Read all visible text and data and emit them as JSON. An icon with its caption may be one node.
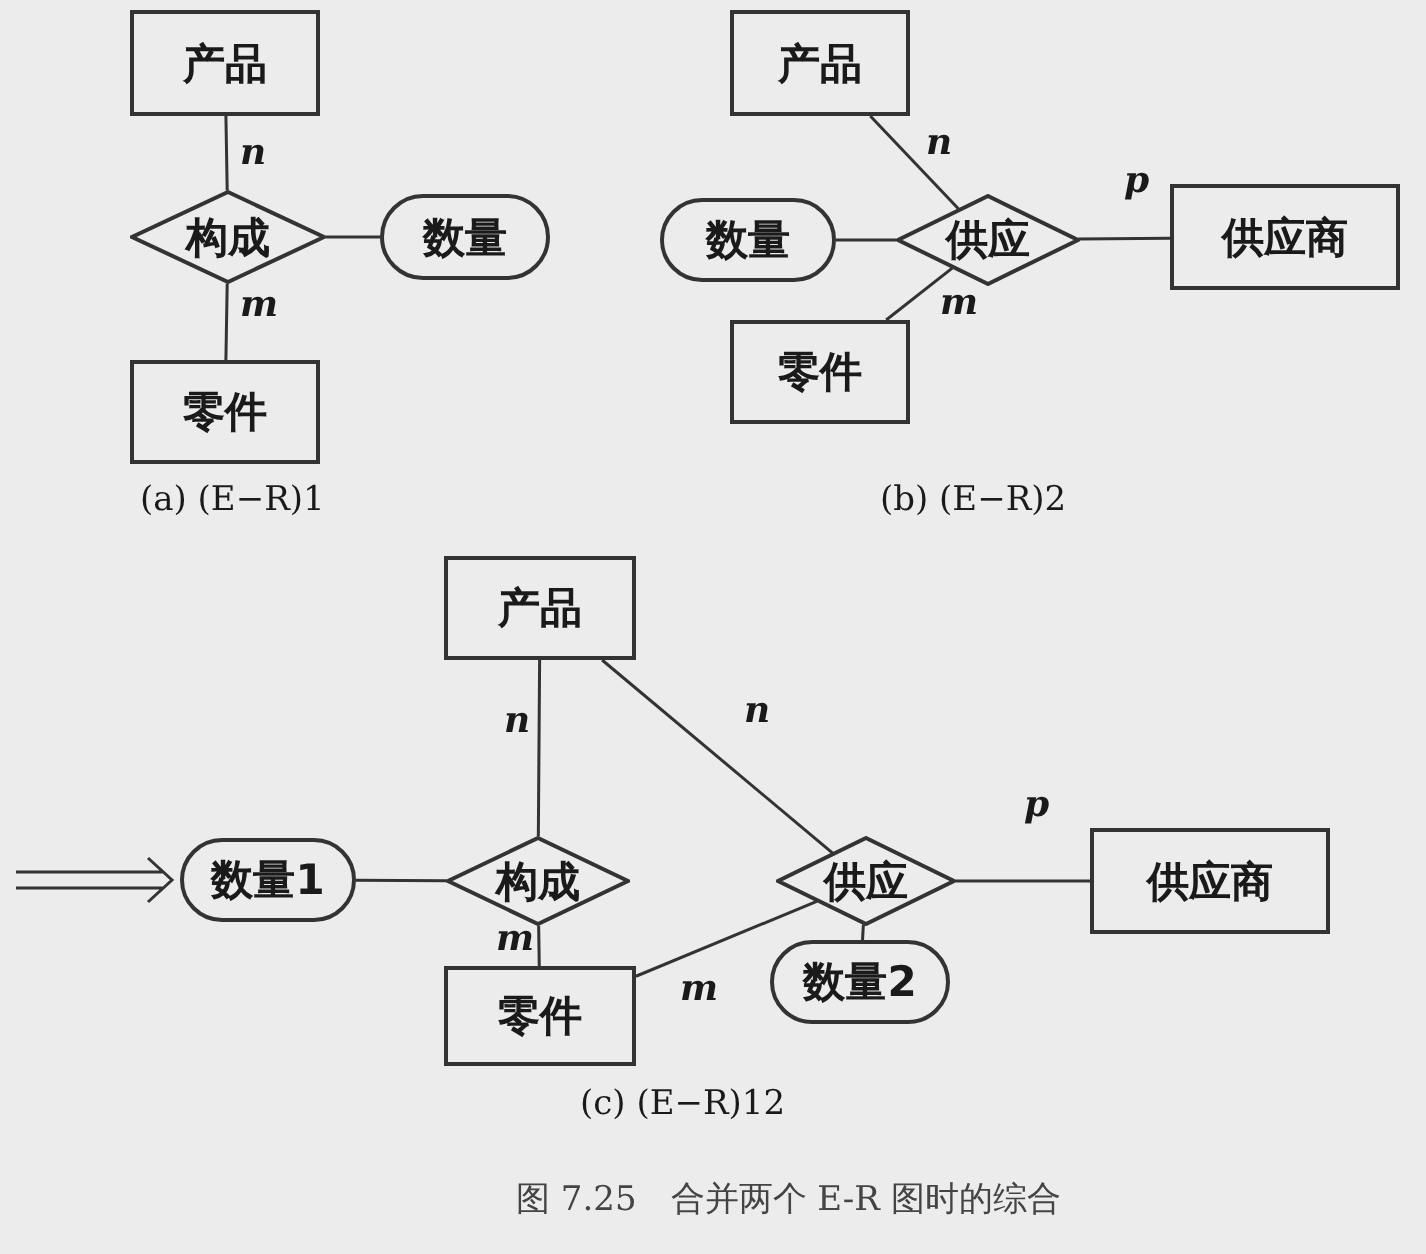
{
  "diagram": {
    "caption": "图 7.25　合并两个 E-R 图时的综合",
    "nodes": [
      {
        "text": [
          "产品"
        ]
      },
      {
        "text": [
          "构成"
        ]
      },
      {
        "text": [
          "数量"
        ]
      },
      {
        "text": [
          "零件"
        ]
      },
      {
        "text": [
          "产品"
        ]
      },
      {
        "text": [
          "数量"
        ]
      },
      {
        "text": [
          "供应"
        ]
      },
      {
        "text": [
          "供应商"
        ]
      },
      {
        "text": [
          "零件"
        ]
      },
      {
        "text": [
          "产品"
        ]
      },
      {
        "text": [
          "数量1"
        ]
      },
      {
        "text": [
          "构成"
        ]
      },
      {
        "text": [
          "供应"
        ]
      },
      {
        "text": [
          "供应商"
        ]
      },
      {
        "text": [
          "零件"
        ]
      },
      {
        "text": [
          "数量2"
        ]
      }
    ],
    "edges": [
      {
        "from": 0,
        "to": 1,
        "arrow": "none",
        "label": "n"
      },
      {
        "from": 1,
        "to": 2,
        "arrow": "none"
      },
      {
        "from": 1,
        "to": 3,
        "arrow": "none",
        "label": "m"
      },
      {
        "from": 4,
        "to": 6,
        "arrow": "none",
        "label": "n"
      },
      {
        "from": 5,
        "to": 6,
        "arrow": "none"
      },
      {
        "from": 6,
        "to": 7,
        "arrow": "none",
        "label": "p"
      },
      {
        "from": 8,
        "to": 6,
        "arrow": "none",
        "label": "m"
      },
      {
        "from": 9,
        "to": 11,
        "arrow": "none",
        "label": "n"
      },
      {
        "from": 9,
        "to": 12,
        "arrow": "none",
        "label": "n"
      },
      {
        "from": 10,
        "to": 11,
        "arrow": "none"
      },
      {
        "from": 11,
        "to": 14,
        "arrow": "none",
        "label": "m"
      },
      {
        "from": 12,
        "to": 13,
        "arrow": "none",
        "label": "p"
      },
      {
        "from": 14,
        "to": 12,
        "arrow": "none",
        "label": "m"
      },
      {
        "from": 12,
        "to": 15,
        "arrow": "none"
      },
      {
        "from": null,
        "to": 10,
        "arrow": "to"
      }
    ],
    "labels": [
      "(a) (E−R)1",
      "(b) (E−R)2",
      "(c) (E−R)12"
    ]
  }
}
